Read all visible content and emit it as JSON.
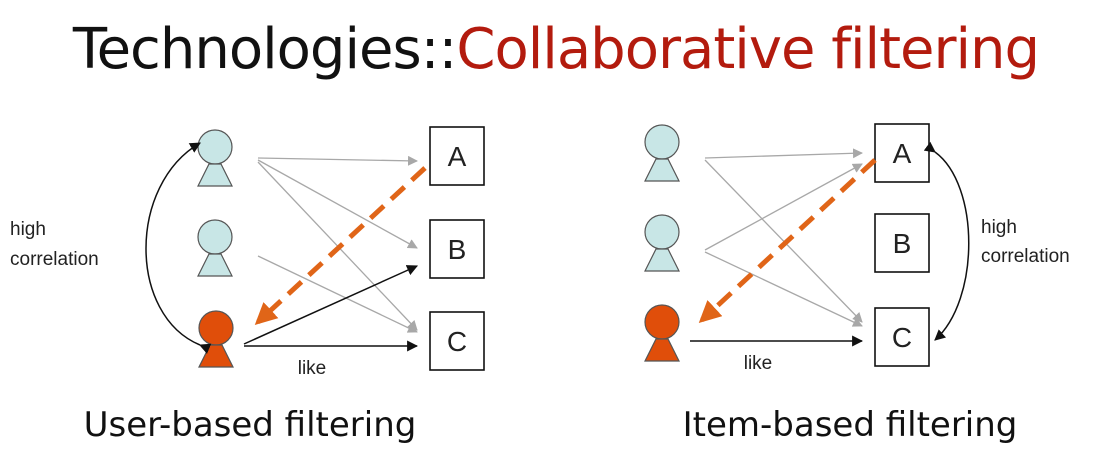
{
  "title": {
    "prefix": "Technologies::",
    "highlight": "Collaborative filtering"
  },
  "colors": {
    "user": "#c8e6e6",
    "active_user": "#e04e0a",
    "recommend": "#e06518",
    "title_red": "#b31b0e",
    "gray_arrow": "#a8a8a8",
    "dark_arrow": "#111111"
  },
  "left_panel": {
    "caption": "User-based filtering",
    "correlation_label": [
      "high",
      "correlation"
    ],
    "like_label": "like",
    "items": [
      "A",
      "B",
      "C"
    ]
  },
  "right_panel": {
    "caption": "Item-based filtering",
    "correlation_label": [
      "high",
      "correlation"
    ],
    "like_label": "like",
    "items": [
      "A",
      "B",
      "C"
    ]
  }
}
